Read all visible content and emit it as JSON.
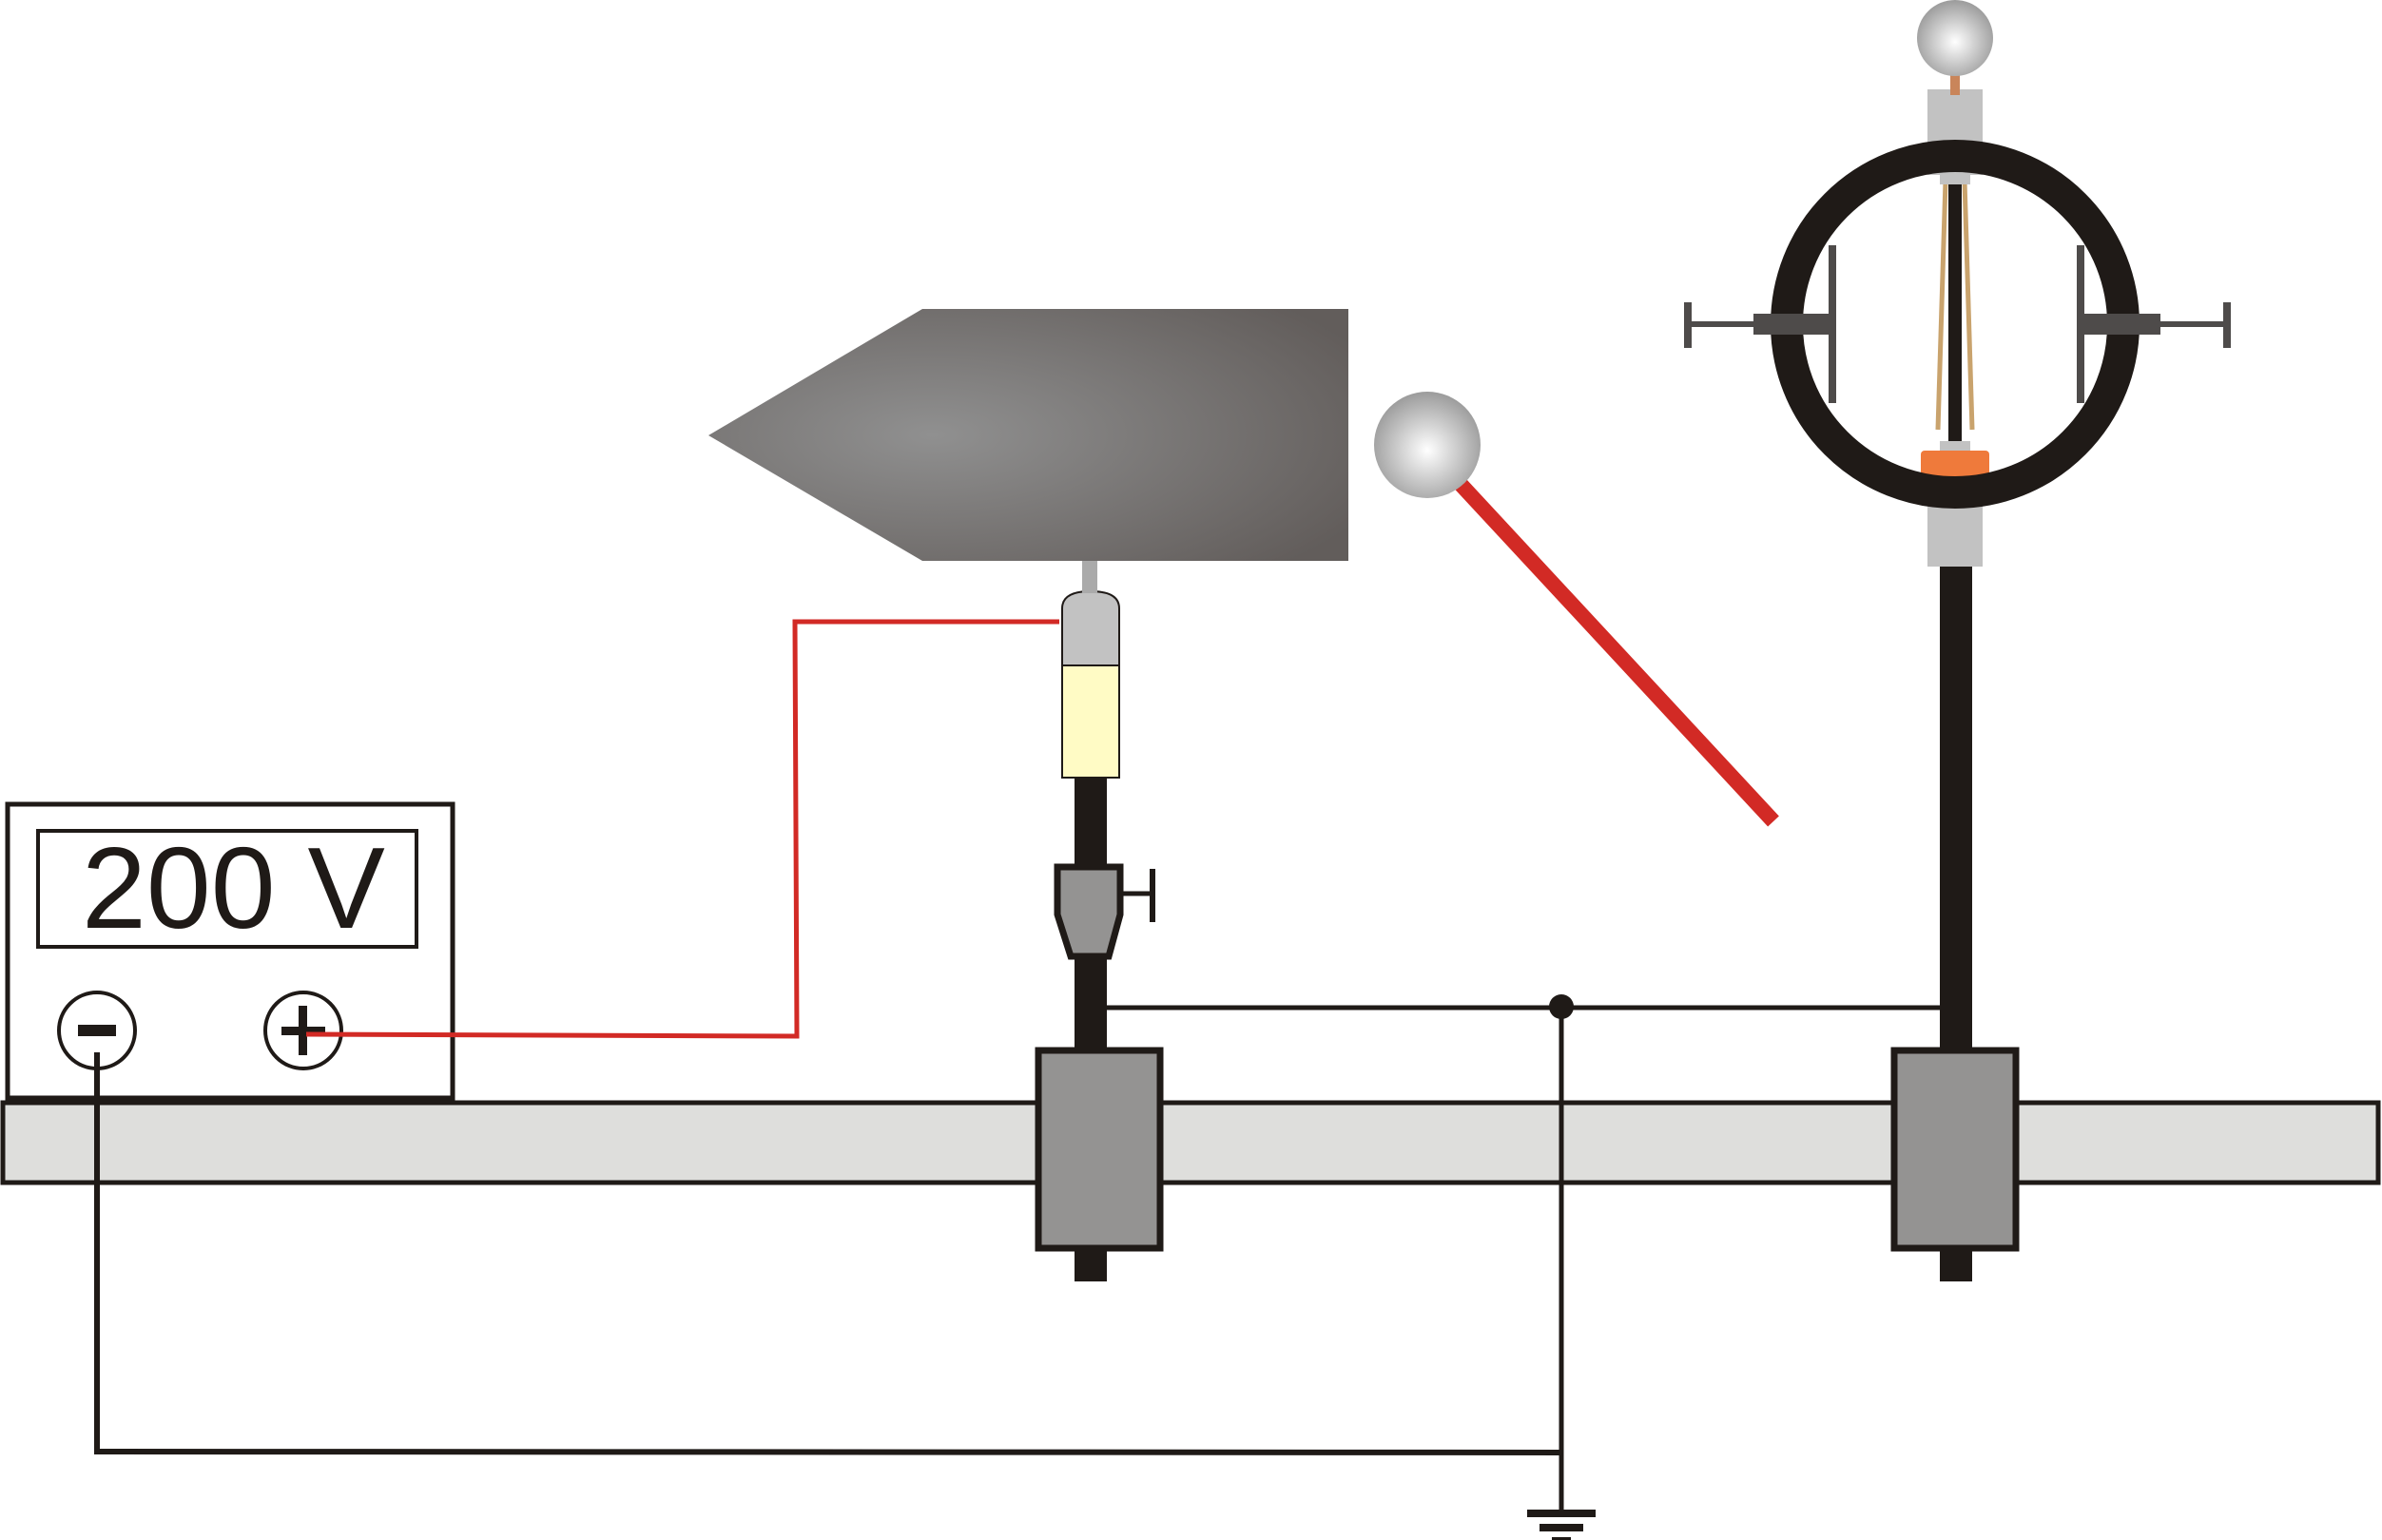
{
  "power_supply": {
    "display_value": "200 V",
    "negative_terminal": "minus",
    "positive_terminal": "plus"
  },
  "colors": {
    "wire_black": "#1f1a17",
    "wire_red": "#d22a25",
    "rail": "#dededc",
    "clamp": "#949392",
    "insulator": "#fffbc5",
    "cap": "#c2c2c2",
    "electroscope_ring": "#1f1a17",
    "leaf": "#c9a36d",
    "base_orange": "#ef7a3b"
  }
}
